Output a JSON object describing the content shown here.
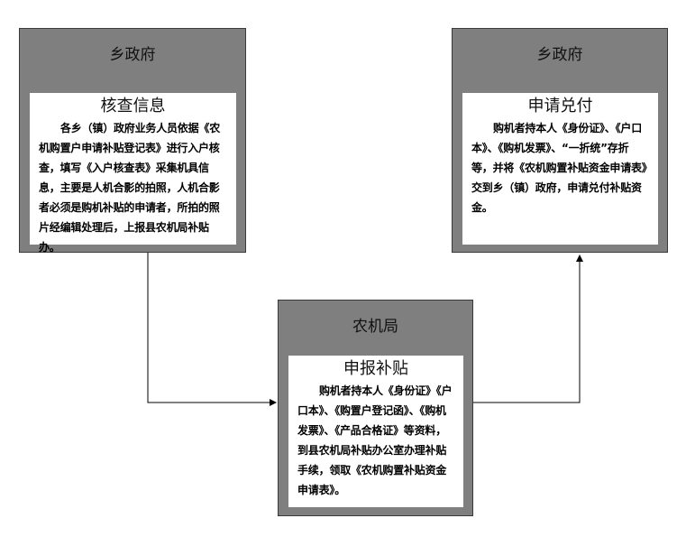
{
  "nodes": {
    "left": {
      "title": "乡政府",
      "card_title": "核查信息",
      "card_text": "各乡（镇）政府业务人员依据《农机购置户申请补贴登记表》进行入户核查，填写《入户核查表》采集机具信息，主要是人机合影的拍照，人机合影者必须是购机补贴的申请者，所拍的照片经编辑处理后，上报县农机局补贴办。"
    },
    "center": {
      "title": "农机局",
      "card_title": "申报补贴",
      "card_text": "购机者持本人《身份证》《户口本》、《购置户登记函》、《购机发票》、《产品合格证》等资料，到县农机局补贴办公室办理补贴手续，领取《农机购置补贴资金申请表》。"
    },
    "right": {
      "title": "乡政府",
      "card_title": "申请兑付",
      "card_text": "购机者持本人《身份证》、《户口本》、《购机发票》、“一折统”存折等，并将《农机购置补贴资金申请表》交到乡（镇）政府，申请兑付补贴资金。"
    }
  },
  "colors": {
    "node_fill": "#7f7f7f",
    "card_fill": "#ffffff",
    "connector": "#000000"
  }
}
